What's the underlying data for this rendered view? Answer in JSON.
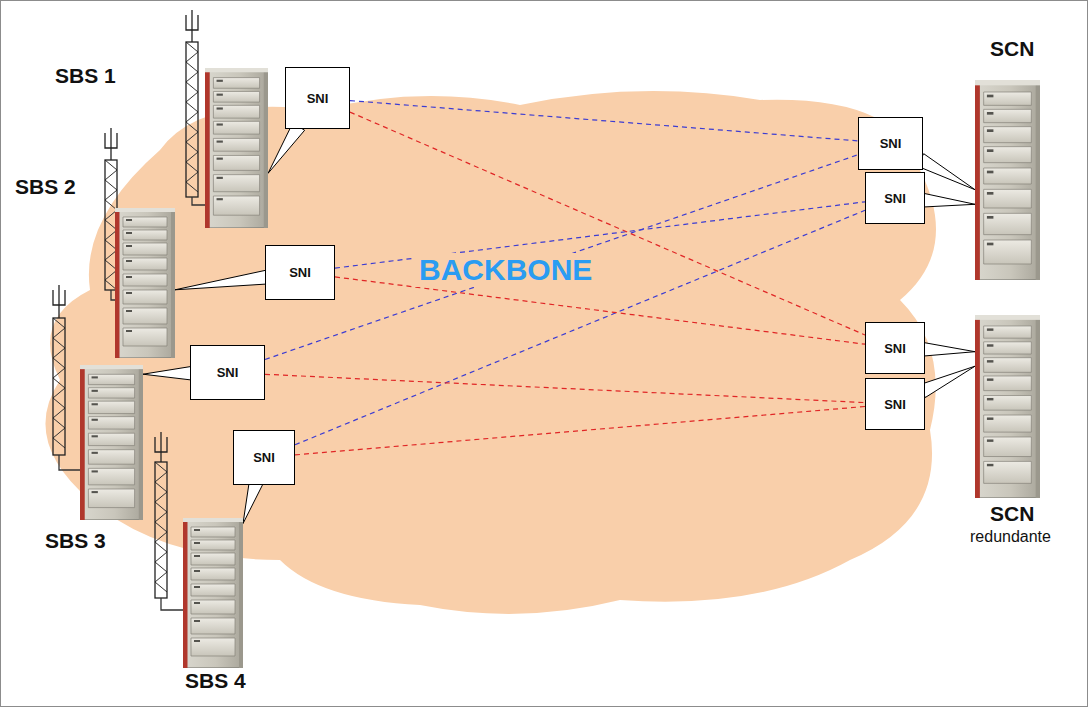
{
  "diagram": {
    "nodes": [
      {
        "text": [
          "BACKBONE"
        ]
      },
      {
        "text": [
          "SBS 1"
        ]
      },
      {
        "text": [
          "SBS 2"
        ]
      },
      {
        "text": [
          "SBS 3"
        ]
      },
      {
        "text": [
          "SBS 4"
        ]
      },
      {
        "text": [
          "SCN"
        ]
      },
      {
        "text": [
          "SCN",
          "redundante"
        ]
      },
      {
        "text": [
          "SNI"
        ]
      },
      {
        "text": [
          "SNI"
        ]
      },
      {
        "text": [
          "SNI"
        ]
      },
      {
        "text": [
          "SNI"
        ]
      },
      {
        "text": [
          "SNI"
        ]
      },
      {
        "text": [
          "SNI"
        ]
      },
      {
        "text": [
          "SNI"
        ]
      },
      {
        "text": [
          "SNI"
        ]
      }
    ],
    "edges": [
      {
        "from": 7,
        "to": 1,
        "arrow": "none"
      },
      {
        "from": 8,
        "to": 2,
        "arrow": "none"
      },
      {
        "from": 9,
        "to": 3,
        "arrow": "none"
      },
      {
        "from": 10,
        "to": 4,
        "arrow": "none"
      },
      {
        "from": 11,
        "to": 5,
        "arrow": "none"
      },
      {
        "from": 12,
        "to": 5,
        "arrow": "none"
      },
      {
        "from": 13,
        "to": 6,
        "arrow": "none"
      },
      {
        "from": 14,
        "to": 6,
        "arrow": "none"
      },
      {
        "from": 7,
        "to": 11,
        "arrow": "none"
      },
      {
        "from": 8,
        "to": 12,
        "arrow": "none"
      },
      {
        "from": 9,
        "to": 11,
        "arrow": "none"
      },
      {
        "from": 10,
        "to": 12,
        "arrow": "none"
      },
      {
        "from": 7,
        "to": 13,
        "arrow": "none"
      },
      {
        "from": 8,
        "to": 13,
        "arrow": "none"
      },
      {
        "from": 9,
        "to": 14,
        "arrow": "none"
      },
      {
        "from": 10,
        "to": 14,
        "arrow": "none"
      }
    ]
  }
}
